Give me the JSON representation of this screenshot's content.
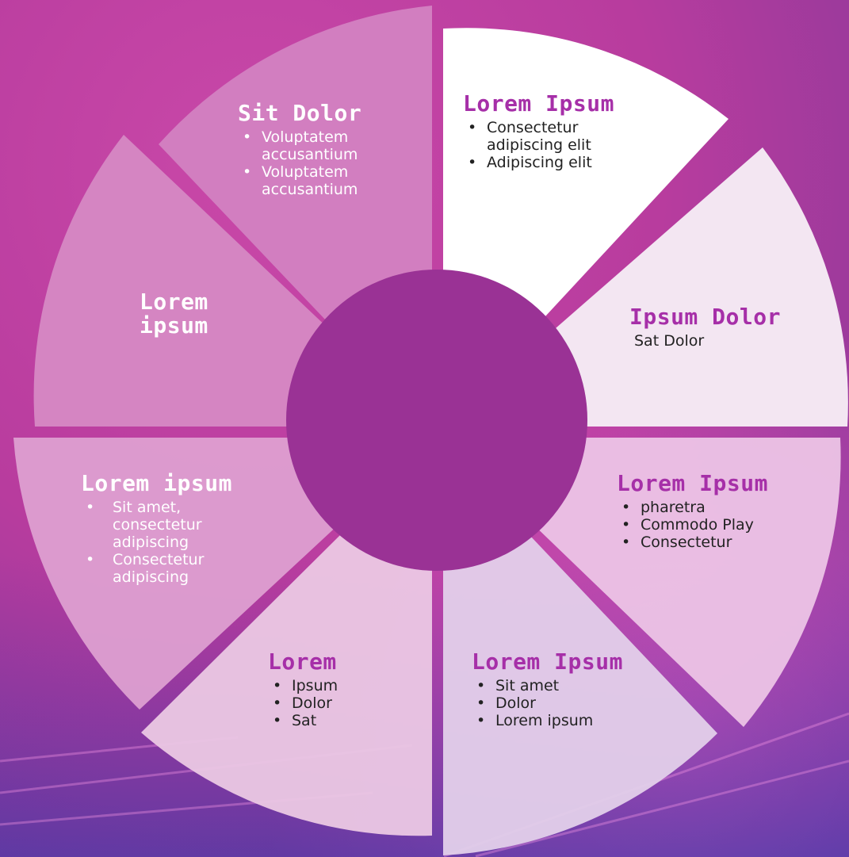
{
  "colors": {
    "title_purple": "#a62fa8",
    "white": "#ffffff",
    "center_circle": "#a4359a",
    "body_dark": "#222222"
  },
  "segments": {
    "top_right": {
      "title": "Lorem Ipsum",
      "bullets": [
        "Consectetur adipiscing elit",
        "Adipiscing elit"
      ]
    },
    "right_upper": {
      "title": "Ipsum Dolor",
      "text": "Sat Dolor"
    },
    "right_lower": {
      "title": "Lorem Ipsum",
      "bullets": [
        "pharetra",
        "Commodo Play",
        "Consectetur"
      ]
    },
    "bottom_right": {
      "title": "Lorem Ipsum",
      "bullets": [
        "Sit amet",
        "Dolor",
        "Lorem ipsum"
      ]
    },
    "bottom_left": {
      "title": "Lorem",
      "bullets": [
        "Ipsum",
        "Dolor",
        "Sat"
      ]
    },
    "left_lower": {
      "title": "Lorem ipsum",
      "bullets": [
        "Sit amet, consectetur adipiscing",
        "Consectetur adipiscing"
      ]
    },
    "left_upper": {
      "title_line1": "Lorem",
      "title_line2": "ipsum"
    },
    "top_left": {
      "title": "Sit Dolor",
      "bullets": [
        "Voluptatem accusantium",
        "Voluptatem accusantium"
      ]
    }
  }
}
